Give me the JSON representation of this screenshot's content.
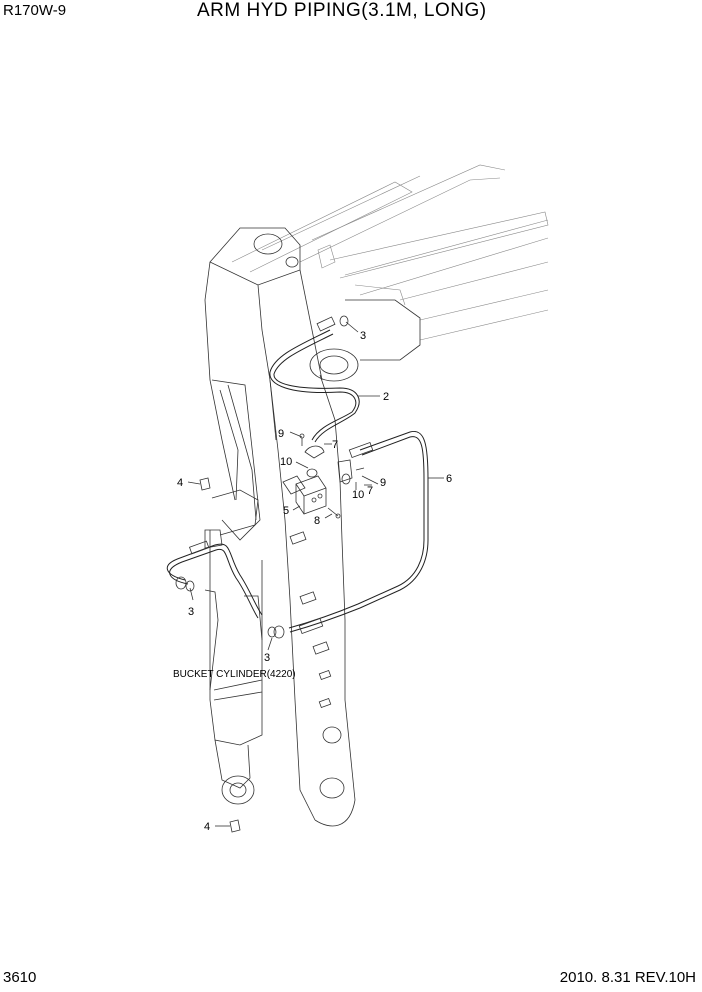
{
  "header": {
    "model": "R170W-9",
    "title": "ARM HYD PIPING(3.1M, LONG)"
  },
  "footer": {
    "page": "3610",
    "date_rev": "2010. 8.31  REV.10H"
  },
  "callouts": [
    {
      "id": "c3a",
      "label": "3"
    },
    {
      "id": "c2",
      "label": "2"
    },
    {
      "id": "c9a",
      "label": "9"
    },
    {
      "id": "c7a",
      "label": "7"
    },
    {
      "id": "c10a",
      "label": "10"
    },
    {
      "id": "c6",
      "label": "6"
    },
    {
      "id": "c4a",
      "label": "4"
    },
    {
      "id": "c10b",
      "label": "10"
    },
    {
      "id": "c7b",
      "label": "7"
    },
    {
      "id": "c9b",
      "label": "9"
    },
    {
      "id": "c5",
      "label": "5"
    },
    {
      "id": "c8",
      "label": "8"
    },
    {
      "id": "c3b",
      "label": "3"
    },
    {
      "id": "c3c",
      "label": "3"
    },
    {
      "id": "c4b",
      "label": "4"
    }
  ],
  "annotations": {
    "bucket_cylinder": "BUCKET CYLINDER(4220)"
  }
}
